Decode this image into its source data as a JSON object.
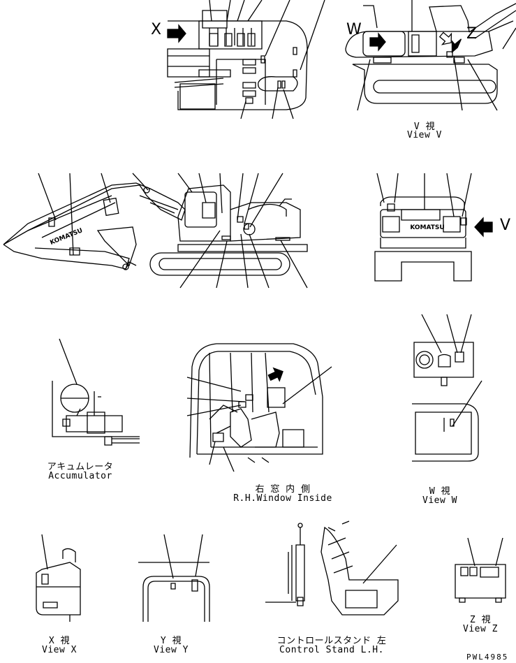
{
  "views": {
    "top": {
      "arrow_label": "X"
    },
    "side_v": {
      "label_w": "W",
      "label_z": "Z",
      "caption_jp": "V 視",
      "caption_en": "View V"
    },
    "rear": {
      "arrow_label": "V",
      "brand": "KOMATSU"
    },
    "boom": {
      "brand": "KOMATSU"
    },
    "accumulator": {
      "caption_jp": "アキュムレータ",
      "caption_en": "Accumulator"
    },
    "window": {
      "caption_jp": "右 窓 内 側",
      "caption_en": "R.H.Window Inside"
    },
    "view_w": {
      "caption_jp": "W 視",
      "caption_en": "View W"
    },
    "view_x": {
      "caption_jp": "X 視",
      "caption_en": "View X"
    },
    "view_y": {
      "caption_jp": "Y 視",
      "caption_en": "View Y"
    },
    "control_stand": {
      "caption_jp": "コントロールスタンド 左",
      "caption_en": "Control Stand L.H."
    },
    "view_z": {
      "caption_jp": "Z 視",
      "caption_en": "View Z"
    }
  },
  "drawing_code": "PWL4985"
}
